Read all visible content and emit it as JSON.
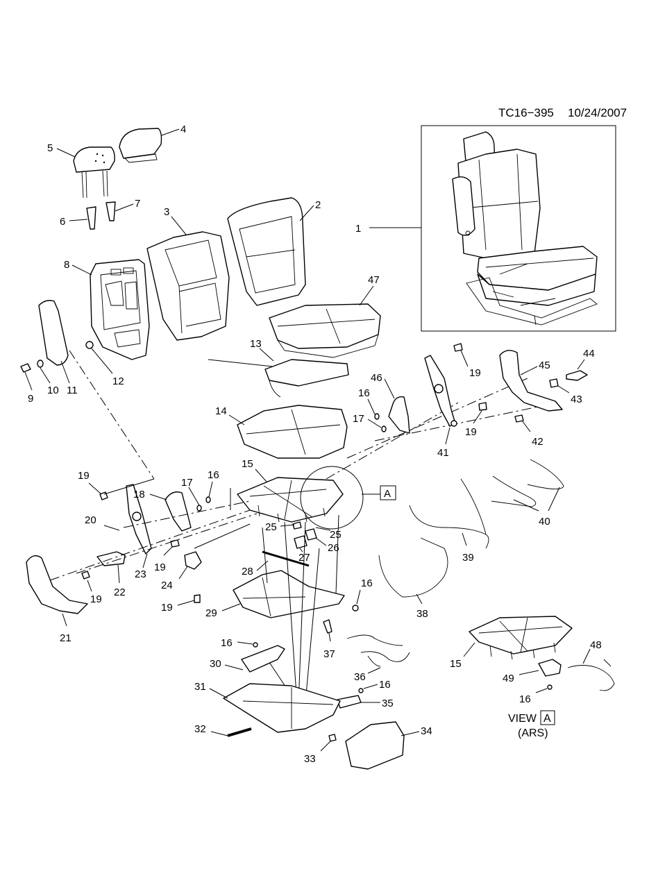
{
  "header": {
    "drawing_id": "TC16−395",
    "date": "10/24/2007"
  },
  "callout_flag": "A",
  "view": {
    "title": "VIEW",
    "flag": "A",
    "subtitle": "(ARS)"
  },
  "labels": {
    "l1": "1",
    "l2": "2",
    "l3": "3",
    "l4": "4",
    "l5": "5",
    "l6": "6",
    "l7": "7",
    "l8": "8",
    "l9": "9",
    "l10": "10",
    "l11": "11",
    "l12": "12",
    "l13": "13",
    "l14": "14",
    "l15a": "15",
    "l15b": "15",
    "l16a": "16",
    "l16b": "16",
    "l16c": "16",
    "l16d": "16",
    "l16e": "16",
    "l16f": "16",
    "l17a": "17",
    "l17b": "17",
    "l18": "18",
    "l19a": "19",
    "l19b": "19",
    "l19c": "19",
    "l19d": "19",
    "l19e": "19",
    "l19f": "19",
    "l20": "20",
    "l21": "21",
    "l22": "22",
    "l23": "23",
    "l24": "24",
    "l25a": "25",
    "l25b": "25",
    "l26": "26",
    "l27": "27",
    "l28": "28",
    "l29": "29",
    "l30": "30",
    "l31": "31",
    "l32": "32",
    "l33": "33",
    "l34": "34",
    "l35": "35",
    "l36": "36",
    "l37": "37",
    "l38": "38",
    "l39": "39",
    "l40": "40",
    "l41": "41",
    "l42": "42",
    "l43": "43",
    "l44": "44",
    "l45": "45",
    "l46": "46",
    "l47": "47",
    "l48": "48",
    "l49": "49"
  }
}
